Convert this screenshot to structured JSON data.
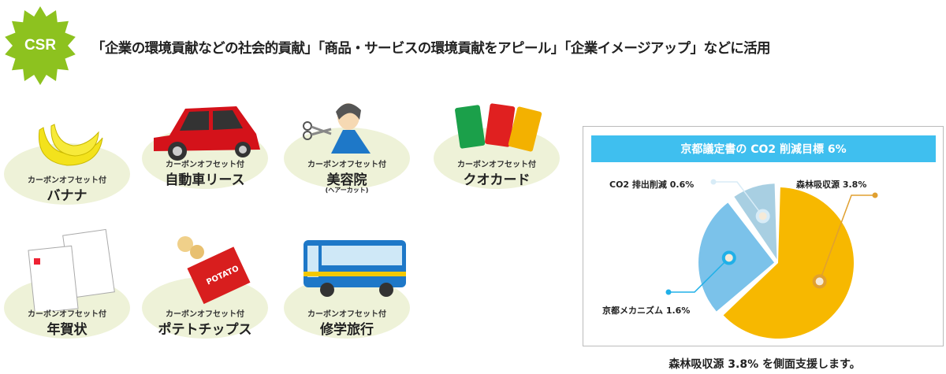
{
  "badge": {
    "label": "CSR",
    "color": "#8dc21f"
  },
  "headline": "「企業の環境貢献などの社会的貢献」「商品・サービスの環境貢献をアピール」「企業イメージアップ」などに活用",
  "items": [
    {
      "sub": "カーボンオフセット付",
      "name": "バナナ",
      "icon": "banana-icon"
    },
    {
      "sub": "カーボンオフセット付",
      "name": "自動車リース",
      "icon": "car-icon"
    },
    {
      "sub": "カーボンオフセット付",
      "name": "美容院",
      "note": "(ヘアーカット)",
      "icon": "hairdresser-icon"
    },
    {
      "sub": "カーボンオフセット付",
      "name": "クオカード",
      "icon": "quo-card-icon"
    },
    {
      "sub": "カーボンオフセット付",
      "name": "年賀状",
      "icon": "postcard-icon"
    },
    {
      "sub": "カーボンオフセット付",
      "name": "ポテトチップス",
      "icon": "potato-chips-icon"
    },
    {
      "sub": "カーボンオフセット付",
      "name": "修学旅行",
      "icon": "bus-icon"
    }
  ],
  "chart_data": {
    "type": "pie",
    "title": "京都議定書の CO2 削減目標 6%",
    "unit": "%",
    "slices": [
      {
        "label": "森林吸収源 3.8%",
        "value": 3.8,
        "color": "#f7b800"
      },
      {
        "label": "京都メカニズム 1.6%",
        "value": 1.6,
        "color": "#7bc2ea"
      },
      {
        "label": "CO2 排出削減 0.6%",
        "value": 0.6,
        "color": "#a8cfe2"
      }
    ]
  },
  "caption": "森林吸収源 3.8% を側面支援します。"
}
